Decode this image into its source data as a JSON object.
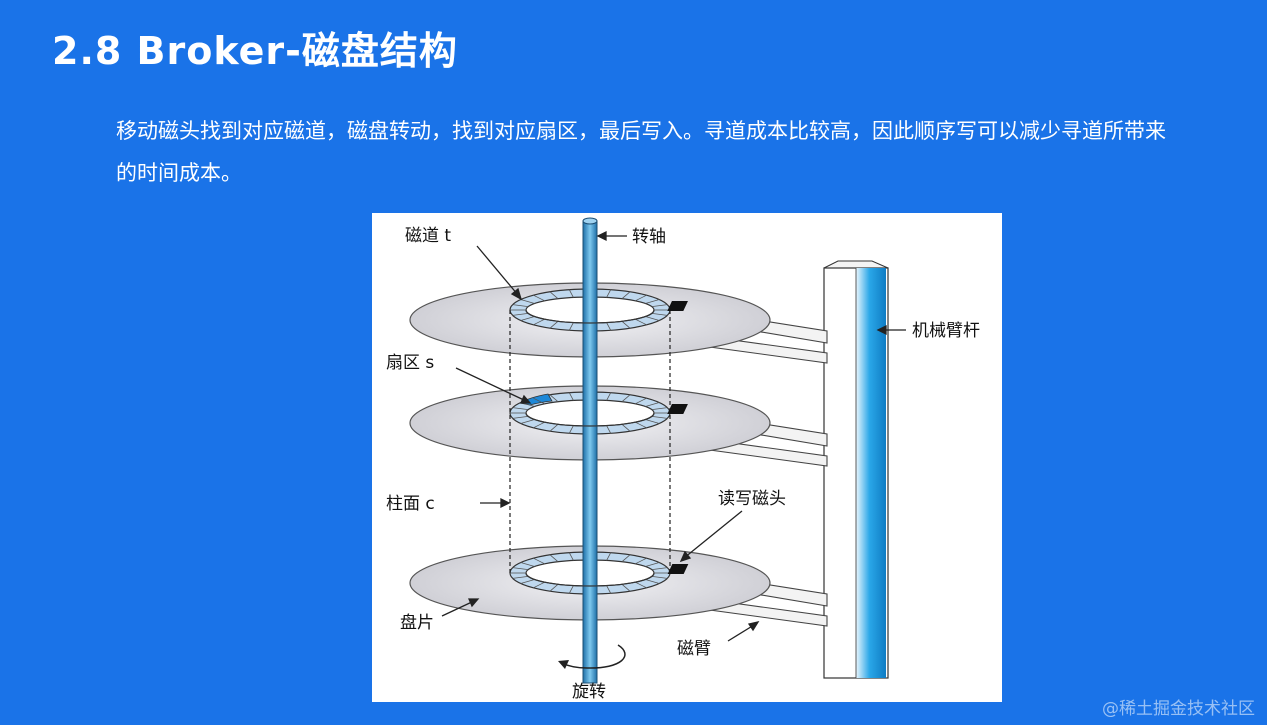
{
  "slide": {
    "title": "2.8 Broker-磁盘结构",
    "description": "移动磁头找到对应磁道，磁盘转动，找到对应扇区，最后写入。寻道成本比较高，因此顺序写可以减少寻道所带来的时间成本。"
  },
  "diagram": {
    "labels": {
      "track": "磁道 t",
      "spindle": "转轴",
      "arm_pole": "机械臂杆",
      "sector": "扇区 s",
      "cylinder": "柱面 c",
      "head": "读写磁头",
      "platter": "盘片",
      "arm": "磁臂",
      "rotate": "旋转"
    },
    "colors": {
      "platter": "#d6d6dc",
      "ring": "#bfd8ee",
      "spindle": "#4fa3d6",
      "pole": "#2aa7e8",
      "sector_highlight": "#1e88d8"
    }
  },
  "watermark": {
    "brand": "@稀土掘金技术社区"
  }
}
